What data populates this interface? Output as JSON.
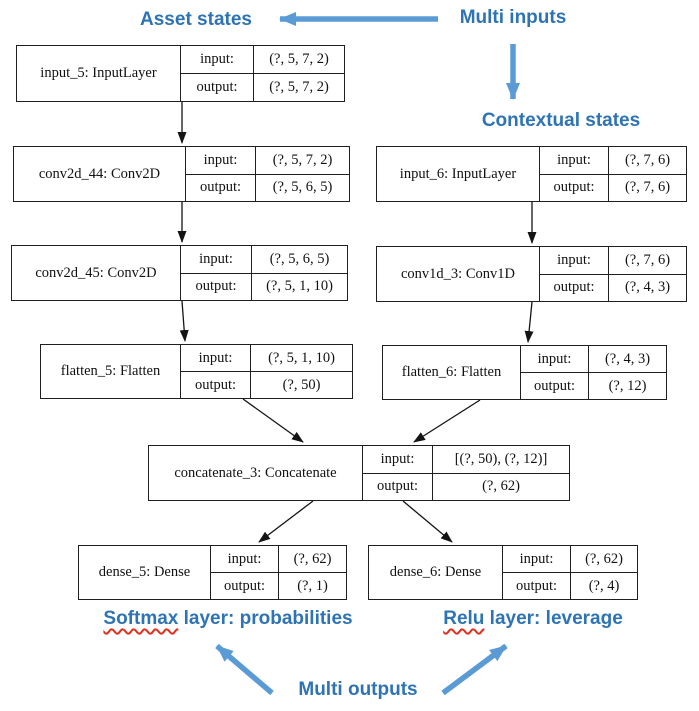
{
  "diagram": {
    "io": {
      "input_label": "input:",
      "output_label": "output:"
    },
    "nodes": [
      {
        "id": "input_5",
        "name": "input_5: InputLayer",
        "input": "(?, 5, 7, 2)",
        "output": "(?, 5, 7, 2)"
      },
      {
        "id": "conv2d_44",
        "name": "conv2d_44: Conv2D",
        "input": "(?, 5, 7, 2)",
        "output": "(?, 5, 6, 5)"
      },
      {
        "id": "conv2d_45",
        "name": "conv2d_45: Conv2D",
        "input": "(?, 5, 6, 5)",
        "output": "(?, 5, 1, 10)"
      },
      {
        "id": "flatten_5",
        "name": "flatten_5: Flatten",
        "input": "(?, 5, 1, 10)",
        "output": "(?, 50)"
      },
      {
        "id": "input_6",
        "name": "input_6: InputLayer",
        "input": "(?, 7, 6)",
        "output": "(?, 7, 6)"
      },
      {
        "id": "conv1d_3",
        "name": "conv1d_3: Conv1D",
        "input": "(?, 7, 6)",
        "output": "(?, 4, 3)"
      },
      {
        "id": "flatten_6",
        "name": "flatten_6: Flatten",
        "input": "(?, 4, 3)",
        "output": "(?, 12)"
      },
      {
        "id": "concatenate_3",
        "name": "concatenate_3: Concatenate",
        "input": "[(?, 50), (?, 12)]",
        "output": "(?, 62)"
      },
      {
        "id": "dense_5",
        "name": "dense_5: Dense",
        "input": "(?, 62)",
        "output": "(?, 1)"
      },
      {
        "id": "dense_6",
        "name": "dense_6: Dense",
        "input": "(?, 62)",
        "output": "(?, 4)"
      }
    ],
    "edges": [
      {
        "from": "input_5",
        "to": "conv2d_44"
      },
      {
        "from": "conv2d_44",
        "to": "conv2d_45"
      },
      {
        "from": "conv2d_45",
        "to": "flatten_5"
      },
      {
        "from": "input_6",
        "to": "conv1d_3"
      },
      {
        "from": "conv1d_3",
        "to": "flatten_6"
      },
      {
        "from": "flatten_5",
        "to": "concatenate_3"
      },
      {
        "from": "flatten_6",
        "to": "concatenate_3"
      },
      {
        "from": "concatenate_3",
        "to": "dense_5"
      },
      {
        "from": "concatenate_3",
        "to": "dense_6"
      }
    ],
    "annotations": {
      "asset_states": "Asset states",
      "multi_inputs": "Multi inputs",
      "contextual_states": "Contextual states",
      "softmax_word": "Softmax",
      "softmax_rest": " layer: probabilities",
      "relu_word": "Relu",
      "relu_rest": " layer: leverage",
      "multi_outputs": "Multi outputs"
    },
    "colors": {
      "annotation_text": "#2E74B5",
      "annotation_arrow": "#5B9BD5",
      "edge": "#141414",
      "squiggle": "#e0301e"
    }
  }
}
